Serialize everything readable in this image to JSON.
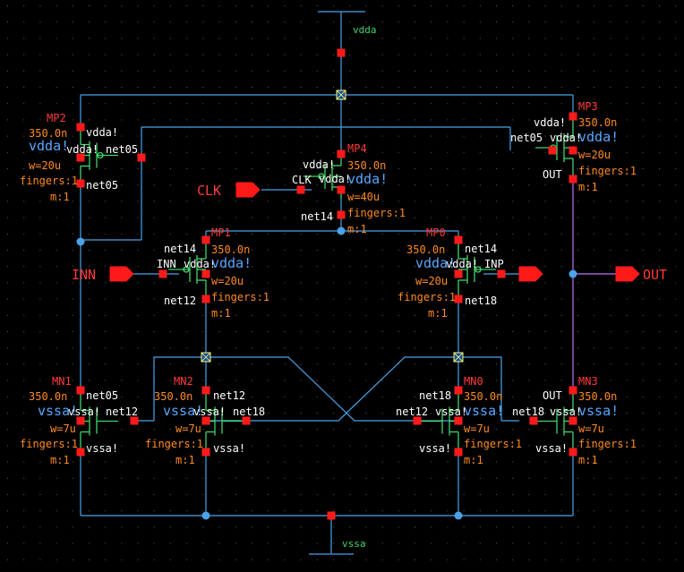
{
  "supplies": {
    "vdd": "vdda",
    "vss": "vssa"
  },
  "ports": {
    "clk": "CLK",
    "inn": "INN",
    "inp": "INP",
    "out": "OUT"
  },
  "common": {
    "length": "350.0n",
    "fingers": "fingers:1",
    "m": "m:1",
    "vdd_bulk": "vdda!",
    "vss_bulk": "vssa!"
  },
  "devices": {
    "mp2": {
      "name": "MP2",
      "w": "w=20u",
      "gate": "net05",
      "drain": "net05"
    },
    "mp3": {
      "name": "MP3",
      "w": "w=20u",
      "gate": "net05",
      "drain": "OUT"
    },
    "mp4": {
      "name": "MP4",
      "w": "w=40u",
      "gate": "CLK",
      "drain": "net14"
    },
    "mp1": {
      "name": "MP1",
      "w": "w=20u",
      "source": "net14",
      "gate": "INN",
      "drain": "net12"
    },
    "mp0": {
      "name": "MP0",
      "w": "w=20u",
      "source": "net14",
      "gate": "INP",
      "drain": "net18"
    },
    "mn1": {
      "name": "MN1",
      "w": "w=7u",
      "drain": "net05",
      "gate": "net12"
    },
    "mn2": {
      "name": "MN2",
      "w": "w=7u",
      "drain": "net12",
      "gate": "net18"
    },
    "mn0": {
      "name": "MN0",
      "w": "w=7u",
      "drain": "net18",
      "gate": "net12"
    },
    "mn3": {
      "name": "MN3",
      "w": "w=7u",
      "drain": "OUT",
      "gate": "net18"
    }
  },
  "colors": {
    "background": "#000000",
    "wire": "#4aa3e8",
    "pin": "#ff1a1a",
    "device": "#3fd66a",
    "param": "#ff8a1f",
    "netlabel": "#ffffff",
    "bulk": "#5aa6ff",
    "outwire": "#c070ff"
  }
}
